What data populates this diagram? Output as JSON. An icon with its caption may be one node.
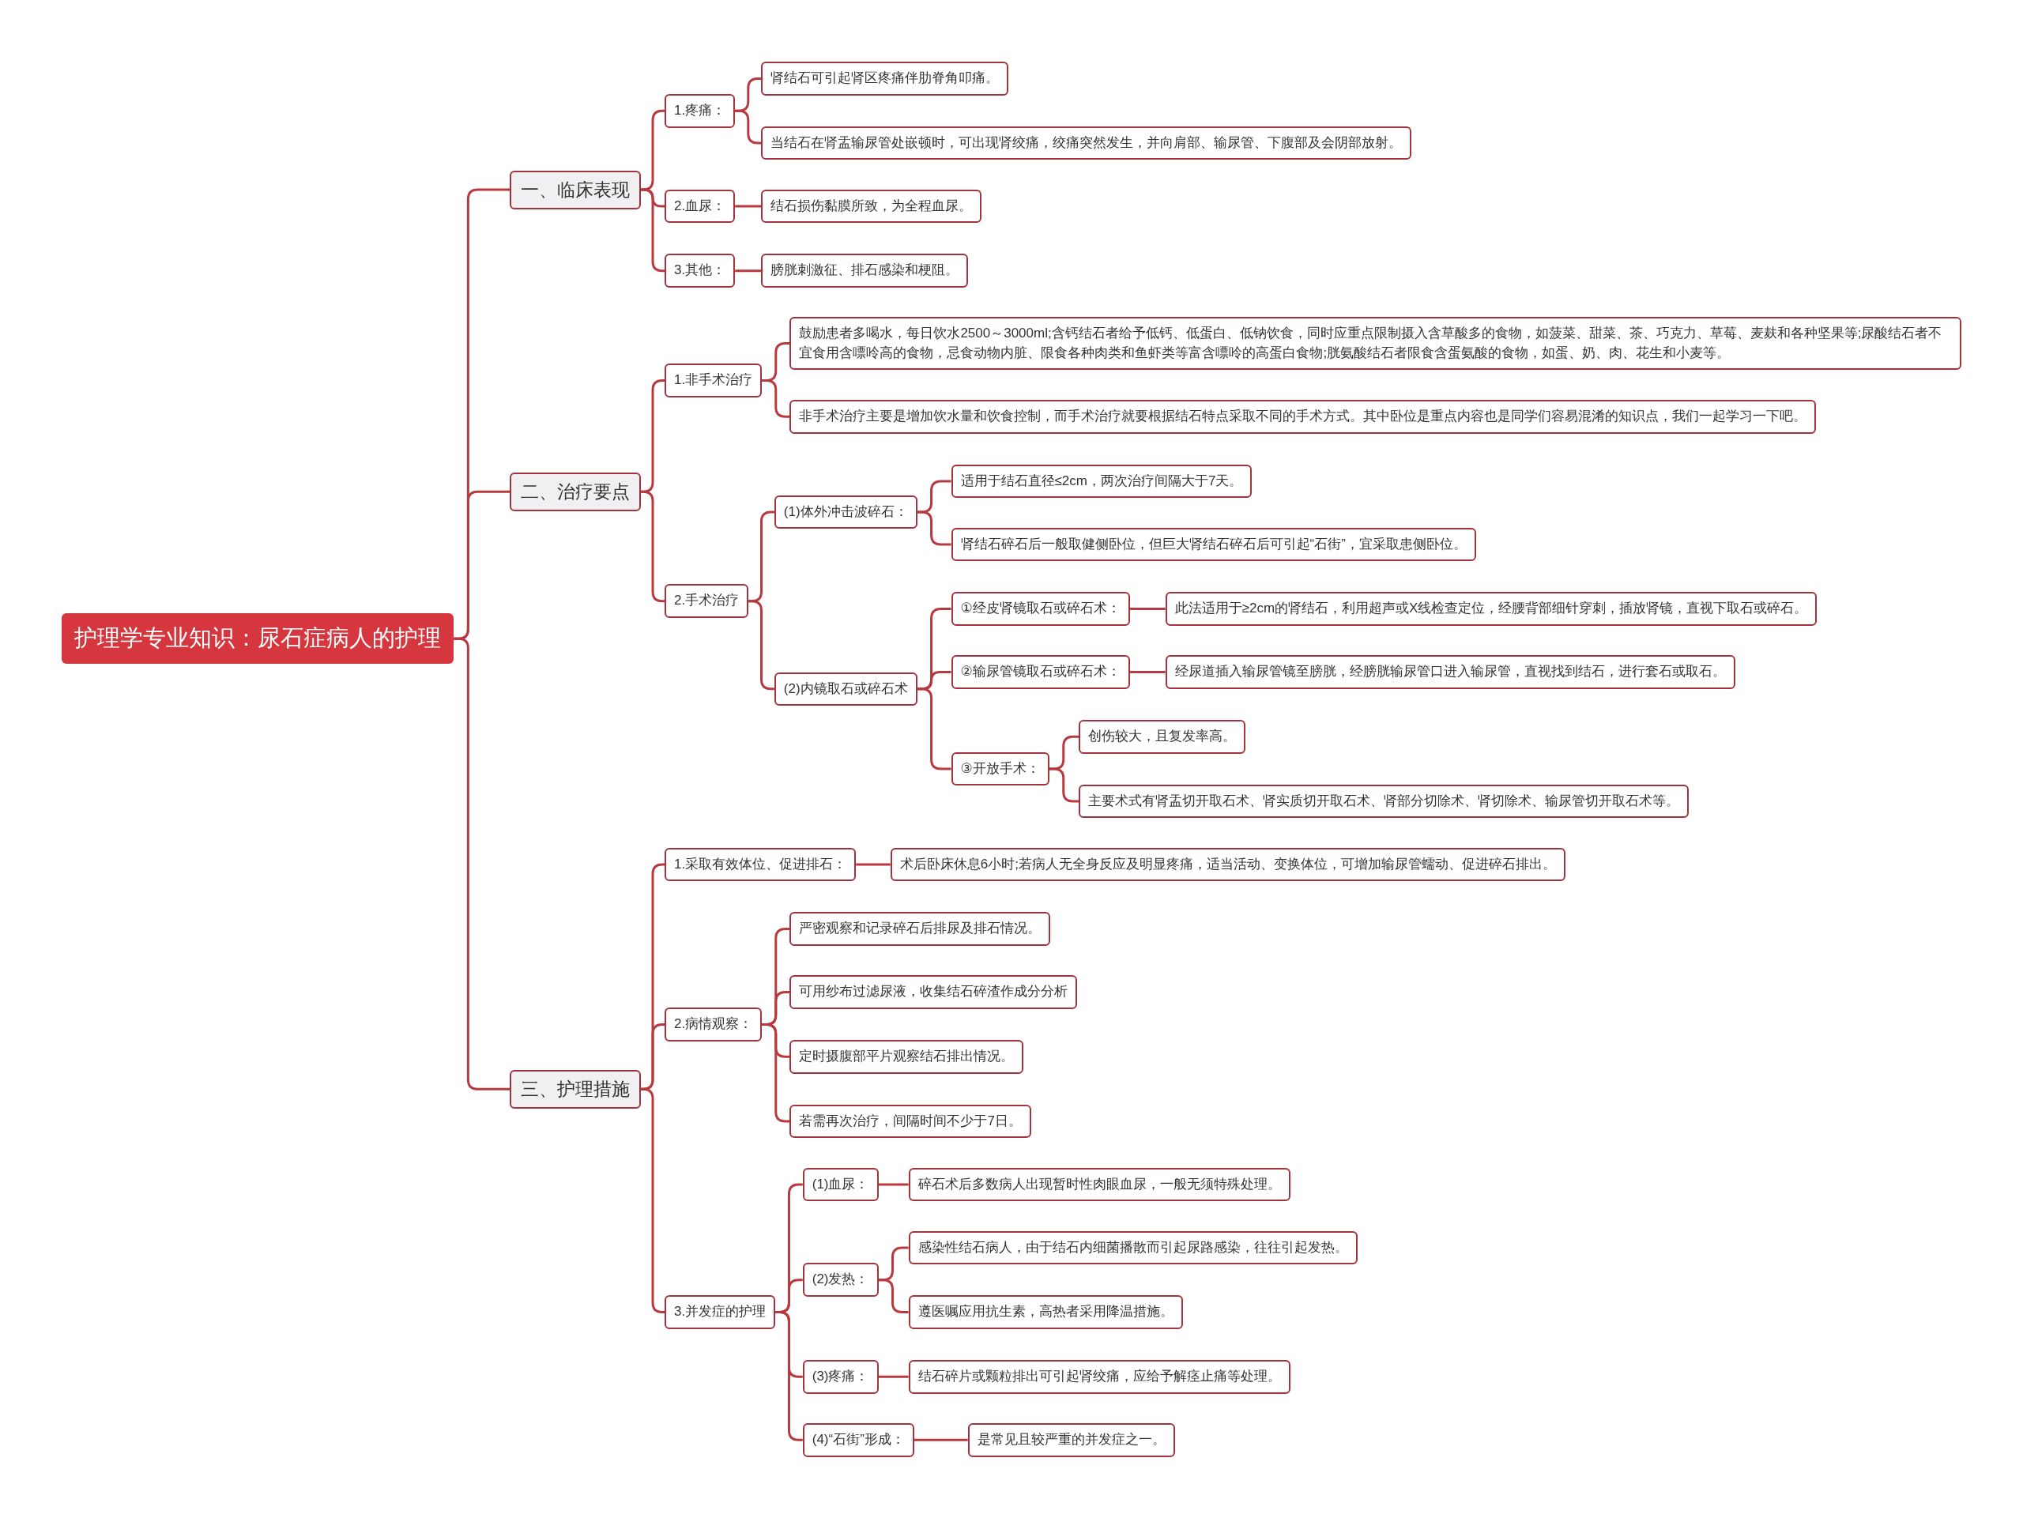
{
  "diagram": {
    "nodes": [
      {
        "text": [
          "护理学专业知识：尿石症病人的护理"
        ]
      },
      {
        "text": [
          "一、临床表现"
        ]
      },
      {
        "text": [
          "1.疼痛："
        ]
      },
      {
        "text": [
          "肾结石可引起肾区疼痛伴肋脊角叩痛。"
        ]
      },
      {
        "text": [
          "当结石在肾盂输尿管处嵌顿时，可出现肾绞痛，绞痛突然发生，并向肩部、输尿管、下腹部及会阴部放射。"
        ]
      },
      {
        "text": [
          "2.血尿："
        ]
      },
      {
        "text": [
          "结石损伤黏膜所致，为全程血尿。"
        ]
      },
      {
        "text": [
          "3.其他："
        ]
      },
      {
        "text": [
          "膀胱刺激征、排石感染和梗阻。"
        ]
      },
      {
        "text": [
          "二、治疗要点"
        ]
      },
      {
        "text": [
          "1.非手术治疗"
        ]
      },
      {
        "text": [
          "鼓励患者多喝水，每日饮水2500～3000ml;含钙结石者给予低钙、低蛋白、低钠饮食，同时应重点限制摄入含草酸多的食物，如菠菜、甜菜、茶、巧克力、草莓、麦麸和各种坚果等;尿酸结石者不宜食用含嘌呤高的食物，忌食动物内脏、限食各种肉类和鱼虾类等富含嘌呤的高蛋白食物;胱氨酸结石者限食含蛋氨酸的食物，如蛋、奶、肉、花生和小麦等。"
        ]
      },
      {
        "text": [
          "非手术治疗主要是增加饮水量和饮食控制，而手术治疗就要根据结石特点采取不同的手术方式。其中卧位是重点内容也是同学们容易混淆的知识点，我们一起学习一下吧。"
        ]
      },
      {
        "text": [
          "2.手术治疗"
        ]
      },
      {
        "text": [
          "(1)体外冲击波碎石："
        ]
      },
      {
        "text": [
          "适用于结石直径≤2cm，两次治疗间隔大于7天。"
        ]
      },
      {
        "text": [
          "肾结石碎石后一般取健侧卧位，但巨大肾结石碎石后可引起“石街”，宜采取患侧卧位。"
        ]
      },
      {
        "text": [
          "(2)内镜取石或碎石术"
        ]
      },
      {
        "text": [
          "①经皮肾镜取石或碎石术："
        ]
      },
      {
        "text": [
          "此法适用于≥2cm的肾结石，利用超声或X线检查定位，经腰背部细针穿刺，插放肾镜，直视下取石或碎石。"
        ]
      },
      {
        "text": [
          "②输尿管镜取石或碎石术："
        ]
      },
      {
        "text": [
          "经尿道插入输尿管镜至膀胱，经膀胱输尿管口进入输尿管，直视找到结石，进行套石或取石。"
        ]
      },
      {
        "text": [
          "③开放手术："
        ]
      },
      {
        "text": [
          "创伤较大，且复发率高。"
        ]
      },
      {
        "text": [
          "主要术式有肾盂切开取石术、肾实质切开取石术、肾部分切除术、肾切除术、输尿管切开取石术等。"
        ]
      },
      {
        "text": [
          "三、护理措施"
        ]
      },
      {
        "text": [
          "1.采取有效体位、促进排石："
        ]
      },
      {
        "text": [
          "术后卧床休息6小时;若病人无全身反应及明显疼痛，适当活动、变换体位，可增加输尿管蠕动、促进碎石排出。"
        ]
      },
      {
        "text": [
          "2.病情观察："
        ]
      },
      {
        "text": [
          "严密观察和记录碎石后排尿及排石情况。"
        ]
      },
      {
        "text": [
          "可用纱布过滤尿液，收集结石碎渣作成分分析"
        ]
      },
      {
        "text": [
          "定时摄腹部平片观察结石排出情况。"
        ]
      },
      {
        "text": [
          "若需再次治疗，间隔时间不少于7日。"
        ]
      },
      {
        "text": [
          "3.并发症的护理"
        ]
      },
      {
        "text": [
          "(1)血尿："
        ]
      },
      {
        "text": [
          "碎石术后多数病人出现暂时性肉眼血尿，一般无须特殊处理。"
        ]
      },
      {
        "text": [
          "(2)发热："
        ]
      },
      {
        "text": [
          "感染性结石病人，由于结石内细菌播散而引起尿路感染，往往引起发热。"
        ]
      },
      {
        "text": [
          "遵医嘱应用抗生素，高热者采用降温措施。"
        ]
      },
      {
        "text": [
          "(3)疼痛："
        ]
      },
      {
        "text": [
          "结石碎片或颗粒排出可引起肾绞痛，应给予解痉止痛等处理。"
        ]
      },
      {
        "text": [
          "(4)“石街”形成："
        ]
      },
      {
        "text": [
          "是常见且较严重的并发症之一。"
        ]
      }
    ],
    "edges": [
      {
        "from": 0,
        "to": 1,
        "arrow": "none"
      },
      {
        "from": 1,
        "to": 2,
        "arrow": "none"
      },
      {
        "from": 2,
        "to": 3,
        "arrow": "none"
      },
      {
        "from": 2,
        "to": 4,
        "arrow": "none"
      },
      {
        "from": 1,
        "to": 5,
        "arrow": "none"
      },
      {
        "from": 5,
        "to": 6,
        "arrow": "none"
      },
      {
        "from": 1,
        "to": 7,
        "arrow": "none"
      },
      {
        "from": 7,
        "to": 8,
        "arrow": "none"
      },
      {
        "from": 0,
        "to": 9,
        "arrow": "none"
      },
      {
        "from": 9,
        "to": 10,
        "arrow": "none"
      },
      {
        "from": 10,
        "to": 11,
        "arrow": "none"
      },
      {
        "from": 10,
        "to": 12,
        "arrow": "none"
      },
      {
        "from": 9,
        "to": 13,
        "arrow": "none"
      },
      {
        "from": 13,
        "to": 14,
        "arrow": "none"
      },
      {
        "from": 14,
        "to": 15,
        "arrow": "none"
      },
      {
        "from": 14,
        "to": 16,
        "arrow": "none"
      },
      {
        "from": 13,
        "to": 17,
        "arrow": "none"
      },
      {
        "from": 17,
        "to": 18,
        "arrow": "none"
      },
      {
        "from": 18,
        "to": 19,
        "arrow": "none"
      },
      {
        "from": 17,
        "to": 20,
        "arrow": "none"
      },
      {
        "from": 20,
        "to": 21,
        "arrow": "none"
      },
      {
        "from": 17,
        "to": 22,
        "arrow": "none"
      },
      {
        "from": 22,
        "to": 23,
        "arrow": "none"
      },
      {
        "from": 22,
        "to": 24,
        "arrow": "none"
      },
      {
        "from": 0,
        "to": 25,
        "arrow": "none"
      },
      {
        "from": 25,
        "to": 26,
        "arrow": "none"
      },
      {
        "from": 26,
        "to": 27,
        "arrow": "none"
      },
      {
        "from": 25,
        "to": 28,
        "arrow": "none"
      },
      {
        "from": 28,
        "to": 29,
        "arrow": "none"
      },
      {
        "from": 28,
        "to": 30,
        "arrow": "none"
      },
      {
        "from": 28,
        "to": 31,
        "arrow": "none"
      },
      {
        "from": 28,
        "to": 32,
        "arrow": "none"
      },
      {
        "from": 25,
        "to": 33,
        "arrow": "none"
      },
      {
        "from": 33,
        "to": 34,
        "arrow": "none"
      },
      {
        "from": 34,
        "to": 35,
        "arrow": "none"
      },
      {
        "from": 33,
        "to": 36,
        "arrow": "none"
      },
      {
        "from": 36,
        "to": 37,
        "arrow": "none"
      },
      {
        "from": 36,
        "to": 38,
        "arrow": "none"
      },
      {
        "from": 33,
        "to": 39,
        "arrow": "none"
      },
      {
        "from": 39,
        "to": 40,
        "arrow": "none"
      },
      {
        "from": 33,
        "to": 41,
        "arrow": "none"
      },
      {
        "from": 41,
        "to": 42,
        "arrow": "none"
      }
    ]
  }
}
